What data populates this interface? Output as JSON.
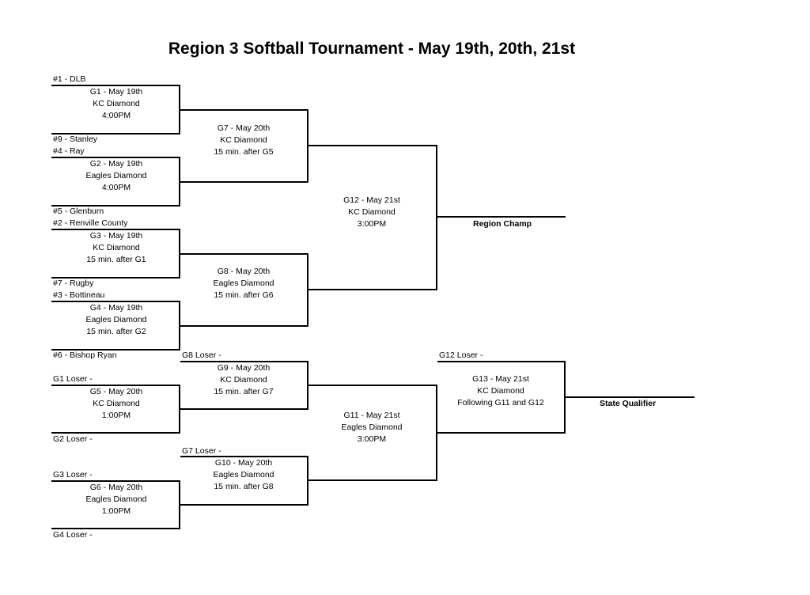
{
  "title": "Region 3 Softball Tournament - May 19th, 20th, 21st",
  "teams": {
    "s1": "#1 - DLB",
    "s9": "#9 - Stanley",
    "s4": "#4 - Ray",
    "s5": "#5 - Glenburn",
    "s2": "#2 - Renville County",
    "s7": "#7 - Rugby",
    "s3": "#3 - Bottineau",
    "s6": "#6 - Bishop Ryan"
  },
  "losers": {
    "g1": "G1 Loser -",
    "g2": "G2 Loser -",
    "g3": "G3 Loser -",
    "g4": "G4 Loser -",
    "g7": "G7 Loser -",
    "g8": "G8 Loser -",
    "g12": "G12 Loser -"
  },
  "games": {
    "g1": [
      "G1 - May 19th",
      "KC Diamond",
      "4:00PM"
    ],
    "g2": [
      "G2 - May 19th",
      "Eagles Diamond",
      "4:00PM"
    ],
    "g3": [
      "G3 - May 19th",
      "KC Diamond",
      "15 min. after G1"
    ],
    "g4": [
      "G4 - May 19th",
      "Eagles Diamond",
      "15 min. after G2"
    ],
    "g5": [
      "G5 - May 20th",
      "KC Diamond",
      "1:00PM"
    ],
    "g6": [
      "G6 - May 20th",
      "Eagles Diamond",
      "1:00PM"
    ],
    "g7": [
      "G7 - May 20th",
      "KC Diamond",
      "15 min. after G5"
    ],
    "g8": [
      "G8 - May 20th",
      "Eagles Diamond",
      "15 min. after G6"
    ],
    "g9": [
      "G9 - May 20th",
      "KC Diamond",
      "15 min. after G7"
    ],
    "g10": [
      "G10 - May 20th",
      "Eagles Diamond",
      "15 min. after G8"
    ],
    "g11": [
      "G11 - May 21st",
      "Eagles Diamond",
      "3:00PM"
    ],
    "g12": [
      "G12 - May 21st",
      "KC Diamond",
      "3:00PM"
    ],
    "g13": [
      "G13 - May 21st",
      "KC Diamond",
      "Following G11 and G12"
    ]
  },
  "results": {
    "region_champ": "Region Champ",
    "state_qualifier": "State Qualifier"
  }
}
